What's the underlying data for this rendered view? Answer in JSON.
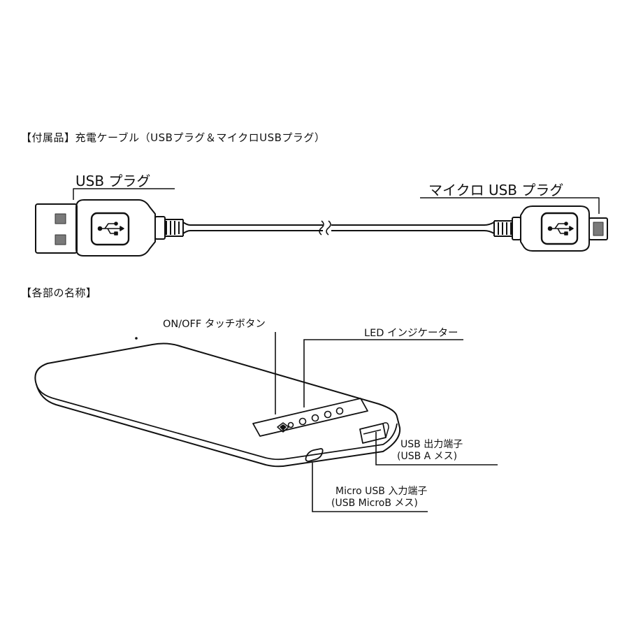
{
  "cable_section": {
    "heading": "【付属品】充電ケーブル（USBプラグ＆マイクロUSBプラグ）",
    "usb_plug_label": "USB プラグ",
    "micro_usb_plug_label": "マイクロ USB プラグ"
  },
  "parts_section": {
    "heading": "【各部の名称】",
    "on_off_label": "ON/OFF タッチボタン",
    "led_label": "LED インジケーター",
    "usb_out_label_1": "USB 出力端子",
    "usb_out_label_2": "(USB A メス)",
    "micro_in_label_1": "Micro USB 入力端子",
    "micro_in_label_2": "(USB MicroB メス)"
  },
  "icons": {
    "usb_symbol": "usb-symbol-icon",
    "led_dot": "led-dot-icon"
  }
}
